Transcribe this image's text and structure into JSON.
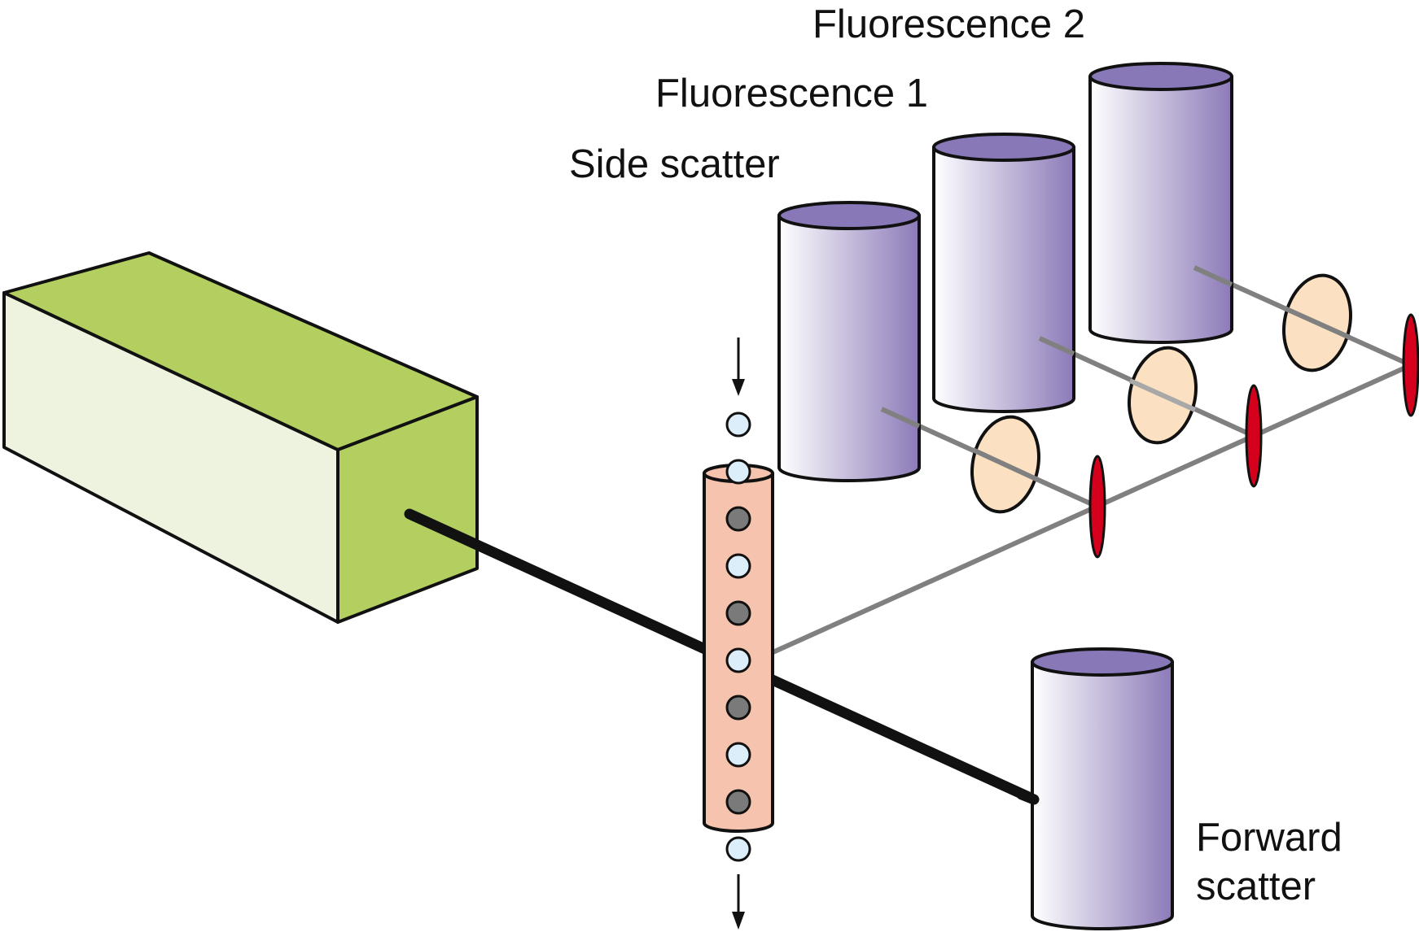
{
  "labels": {
    "fluorescence_2": "Fluorescence 2",
    "fluorescence_1": "Fluorescence 1",
    "side_scatter": "Side scatter",
    "forward_scatter_line1": "Forward",
    "forward_scatter_line2": "scatter"
  },
  "colors": {
    "laser_front": "#eef3df",
    "laser_top": "#b3cf5f",
    "laser_end": "#b3cf5f",
    "detector_cap": "#8878b8",
    "detector_body_light": "#ffffff",
    "detector_body_dark": "#8c7ab8",
    "flow_tube": "#f6c3ae",
    "cell_light": "#dbeefa",
    "cell_dark": "#7a7a7a",
    "lens": "#fbe1c2",
    "mirror": "#d4001c",
    "laser_beam": "#111111",
    "scatter_beam": "#808080"
  },
  "cells": [
    {
      "type": "light"
    },
    {
      "type": "light"
    },
    {
      "type": "dark"
    },
    {
      "type": "light"
    },
    {
      "type": "dark"
    },
    {
      "type": "light"
    },
    {
      "type": "dark"
    },
    {
      "type": "light"
    },
    {
      "type": "dark"
    },
    {
      "type": "light"
    }
  ]
}
